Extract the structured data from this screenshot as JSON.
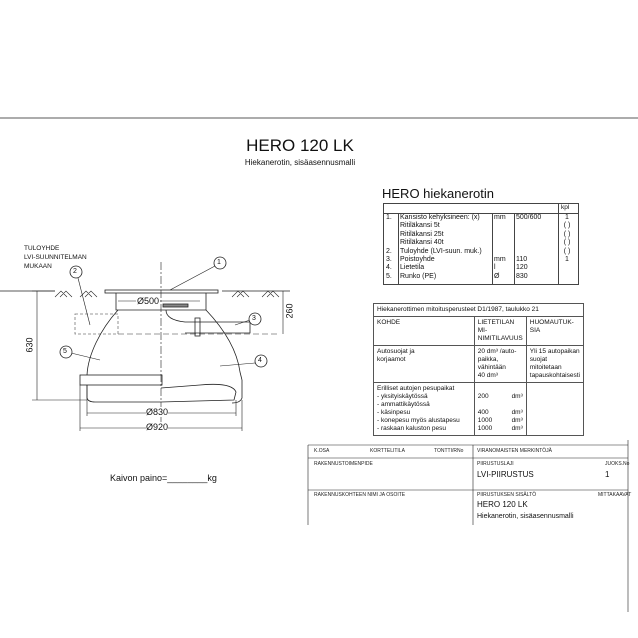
{
  "title": "HERO 120 LK",
  "subtitle": "Hiekanerotin, sisäasennusmalli",
  "drawing": {
    "inlet_note": [
      "TULOYHDE",
      "LVI-SUUNNITELMAN",
      "MUKAAN"
    ],
    "dimensions": {
      "d500": "Ø500",
      "d830": "Ø830",
      "d920": "Ø920",
      "h630": "630",
      "h260": "260"
    },
    "callouts": [
      "1",
      "2",
      "3",
      "4",
      "5"
    ],
    "weight_label": "Kaivon paino=________kg"
  },
  "parts_table": {
    "heading": "HERO hiekanerotin",
    "kpl_header": "kpl",
    "rows": [
      {
        "no": "1.",
        "desc": "Kansisto kehyksineen: (x)",
        "unit": "mm",
        "value": "500/600",
        "kpl": "1"
      },
      {
        "no": "",
        "desc": "Ritiläkansi 5t",
        "unit": "",
        "value": "",
        "kpl": "( )"
      },
      {
        "no": "",
        "desc": "Ritiläkansi 25t",
        "unit": "",
        "value": "",
        "kpl": "( )"
      },
      {
        "no": "",
        "desc": "Ritiläkansi 40t",
        "unit": "",
        "value": "",
        "kpl": "( )"
      },
      {
        "no": "2.",
        "desc": "Tuloyhde (LVI-suun. muk.)",
        "unit": "",
        "value": "",
        "kpl": "( )"
      },
      {
        "no": "3.",
        "desc": "Poistoyhde",
        "unit": "mm",
        "value": "110",
        "kpl": "1"
      },
      {
        "no": "4.",
        "desc": "Lietetila",
        "unit": "l",
        "value": "120",
        "kpl": ""
      },
      {
        "no": "5.",
        "desc": "Runko (PE)",
        "unit": "Ø",
        "value": "830",
        "kpl": ""
      }
    ]
  },
  "sizing_table": {
    "caption": "Hiekanerottimen mitoitusperusteet D1/1987, taulukko 21",
    "headers": [
      "KOHDE",
      "LIETETILAN MI-\nNIMITILAVUUS",
      "HUOMAUTUK-\nSIA"
    ],
    "row1": {
      "kohde": "Autosuojat ja\nkorjaamot",
      "volume": "20 dm³ /auto-\npaikka, vähintään\n40 dm³",
      "note": "Yli 15 autopaikan\nsuojat mitoitetaan\ntapauskohtaisesti"
    },
    "row2": {
      "kohde": "Erilliset autojen pesupaikat\n - yksityiskäytössä\n - ammattikäytössä\n    - käsinpesu\n    - konepesu myös alustapesu\n    - raskaan kaluston pesu",
      "values": "200\n\n400\n1000\n1000",
      "units": "dm³\n\ndm³\ndm³\ndm³"
    }
  },
  "title_block": {
    "k_osa": "K.OSA",
    "korttelitila": "KORTTELITILA",
    "tontti": "TONTTI/RNo",
    "viranomaiset": "VIRANOMAISTEN MERKINTÖJÄ",
    "rakennustoimenpide": "RAKENNUSTOIMENPIDE",
    "piirustuslaji_label": "PIIRUSTUSLAJI",
    "piirustuslaji": "LVI-PIIRUSTUS",
    "juoks_label": "JUOKS.No",
    "juoks": "1",
    "kohde_label": "RAKENNUSKOHTEEN NIMI JA OSOITE",
    "sisalto_label": "PIIRUSTUKSEN SISÄLTÖ",
    "sisalto1": "HERO 120 LK",
    "sisalto2": "Hiekanerotin, sisäasennusmalli",
    "mittakaava_label": "MITTAKAAVAT"
  }
}
